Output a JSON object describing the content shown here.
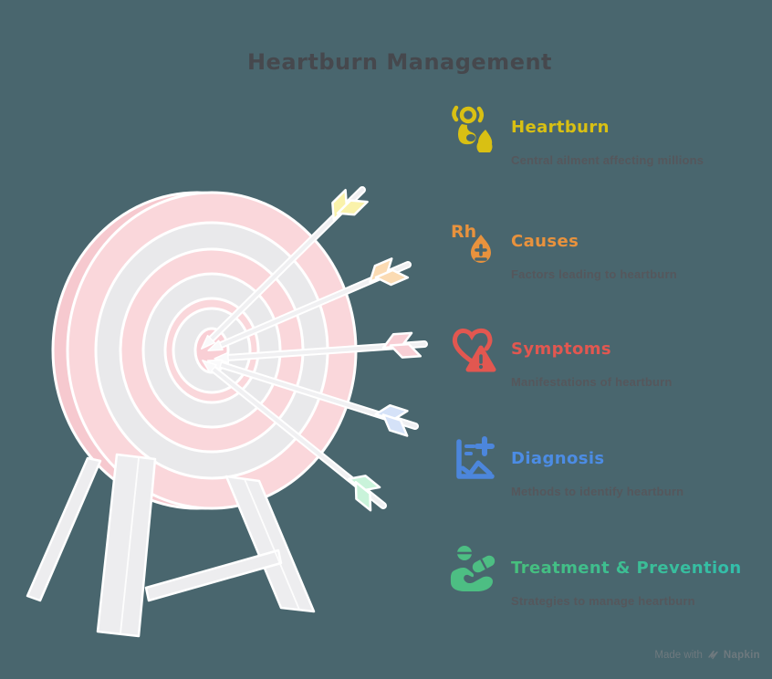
{
  "title": "Heartburn Management",
  "background_color": "#49666E",
  "illustration": {
    "name": "dartboard-target-with-five-arrows-on-easel",
    "board_ring_pink": "#FAD7DB",
    "board_ring_gray": "#E9E9EB",
    "bullseye_pink": "#F9CFD5",
    "easel_color": "#EDEDEF",
    "arrow_shaft_color": "#F0F0F2",
    "fletching_colors": {
      "heartburn": "#FAF2AA",
      "causes": "#FBDBB3",
      "symptoms": "#F8CFD5",
      "diagnosis": "#D5E2F8",
      "treatment": "#C9F3DA"
    }
  },
  "items": [
    {
      "id": "heartburn",
      "icon": "heartburn-person-icon",
      "label": "Heartburn",
      "description": "Central ailment affecting millions",
      "color": "#D9C013"
    },
    {
      "id": "causes",
      "icon": "rh-blood-drop-icon",
      "icon_text": "Rh",
      "label": "Causes",
      "description": "Factors leading to heartburn",
      "color": "#E8923D"
    },
    {
      "id": "symptoms",
      "icon": "heart-warning-icon",
      "label": "Symptoms",
      "description": "Manifestations of heartburn",
      "color": "#E25750"
    },
    {
      "id": "diagnosis",
      "icon": "medical-chart-icon",
      "label": "Diagnosis",
      "description": "Methods to identify heartburn",
      "color": "#4C8CE4"
    },
    {
      "id": "treatment",
      "icon": "hand-medication-icon",
      "label": "Treatment & Prevention",
      "description": "Strategies to manage heartburn",
      "color_start": "#47BF7C",
      "color_end": "#2EBDB4"
    }
  ],
  "watermark": {
    "prefix": "Made with",
    "brand": "Napkin"
  }
}
